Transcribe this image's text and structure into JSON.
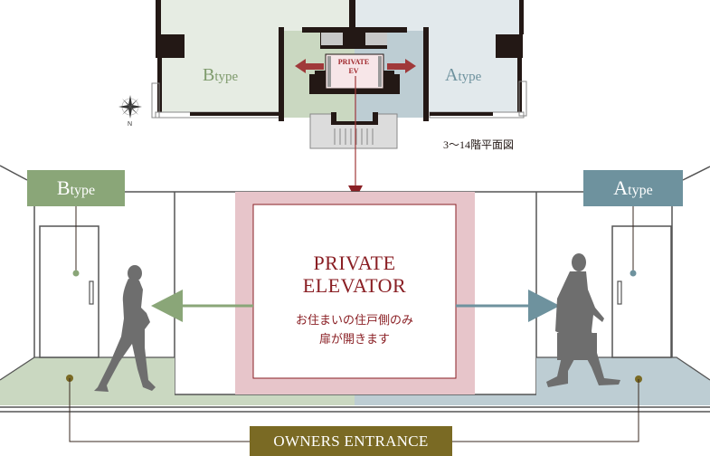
{
  "floor_plan": {
    "b_type_label": "Btype",
    "a_type_label": "Atype",
    "private_ev_line1": "PRIVATE",
    "private_ev_line2": "EV",
    "caption": "3〜14階平面図",
    "compass_label": "N"
  },
  "elevation": {
    "b_type_tag": {
      "big": "B",
      "small": "type",
      "color": "#8aa678"
    },
    "a_type_tag": {
      "big": "A",
      "small": "type",
      "color": "#6e929e"
    },
    "elevator": {
      "title_line1": "PRIVATE",
      "title_line2": "ELEVATOR",
      "note_line1": "お住まいの住戸側のみ",
      "note_line2": "扉が開きます",
      "frame_color": "#e7c5ca",
      "text_color": "#8a1f24"
    },
    "owners_entrance_label": "OWNERS ENTRANCE",
    "owners_entrance_color": "#7a6a24"
  },
  "colors": {
    "b_floor": "#cad8c1",
    "a_floor": "#bdcdd3",
    "b_room": "#e6ece3",
    "a_room": "#e2e9ec",
    "wall": "#231815",
    "arrow_red": "#a0393a",
    "silhouette": "#6e6e6e"
  }
}
